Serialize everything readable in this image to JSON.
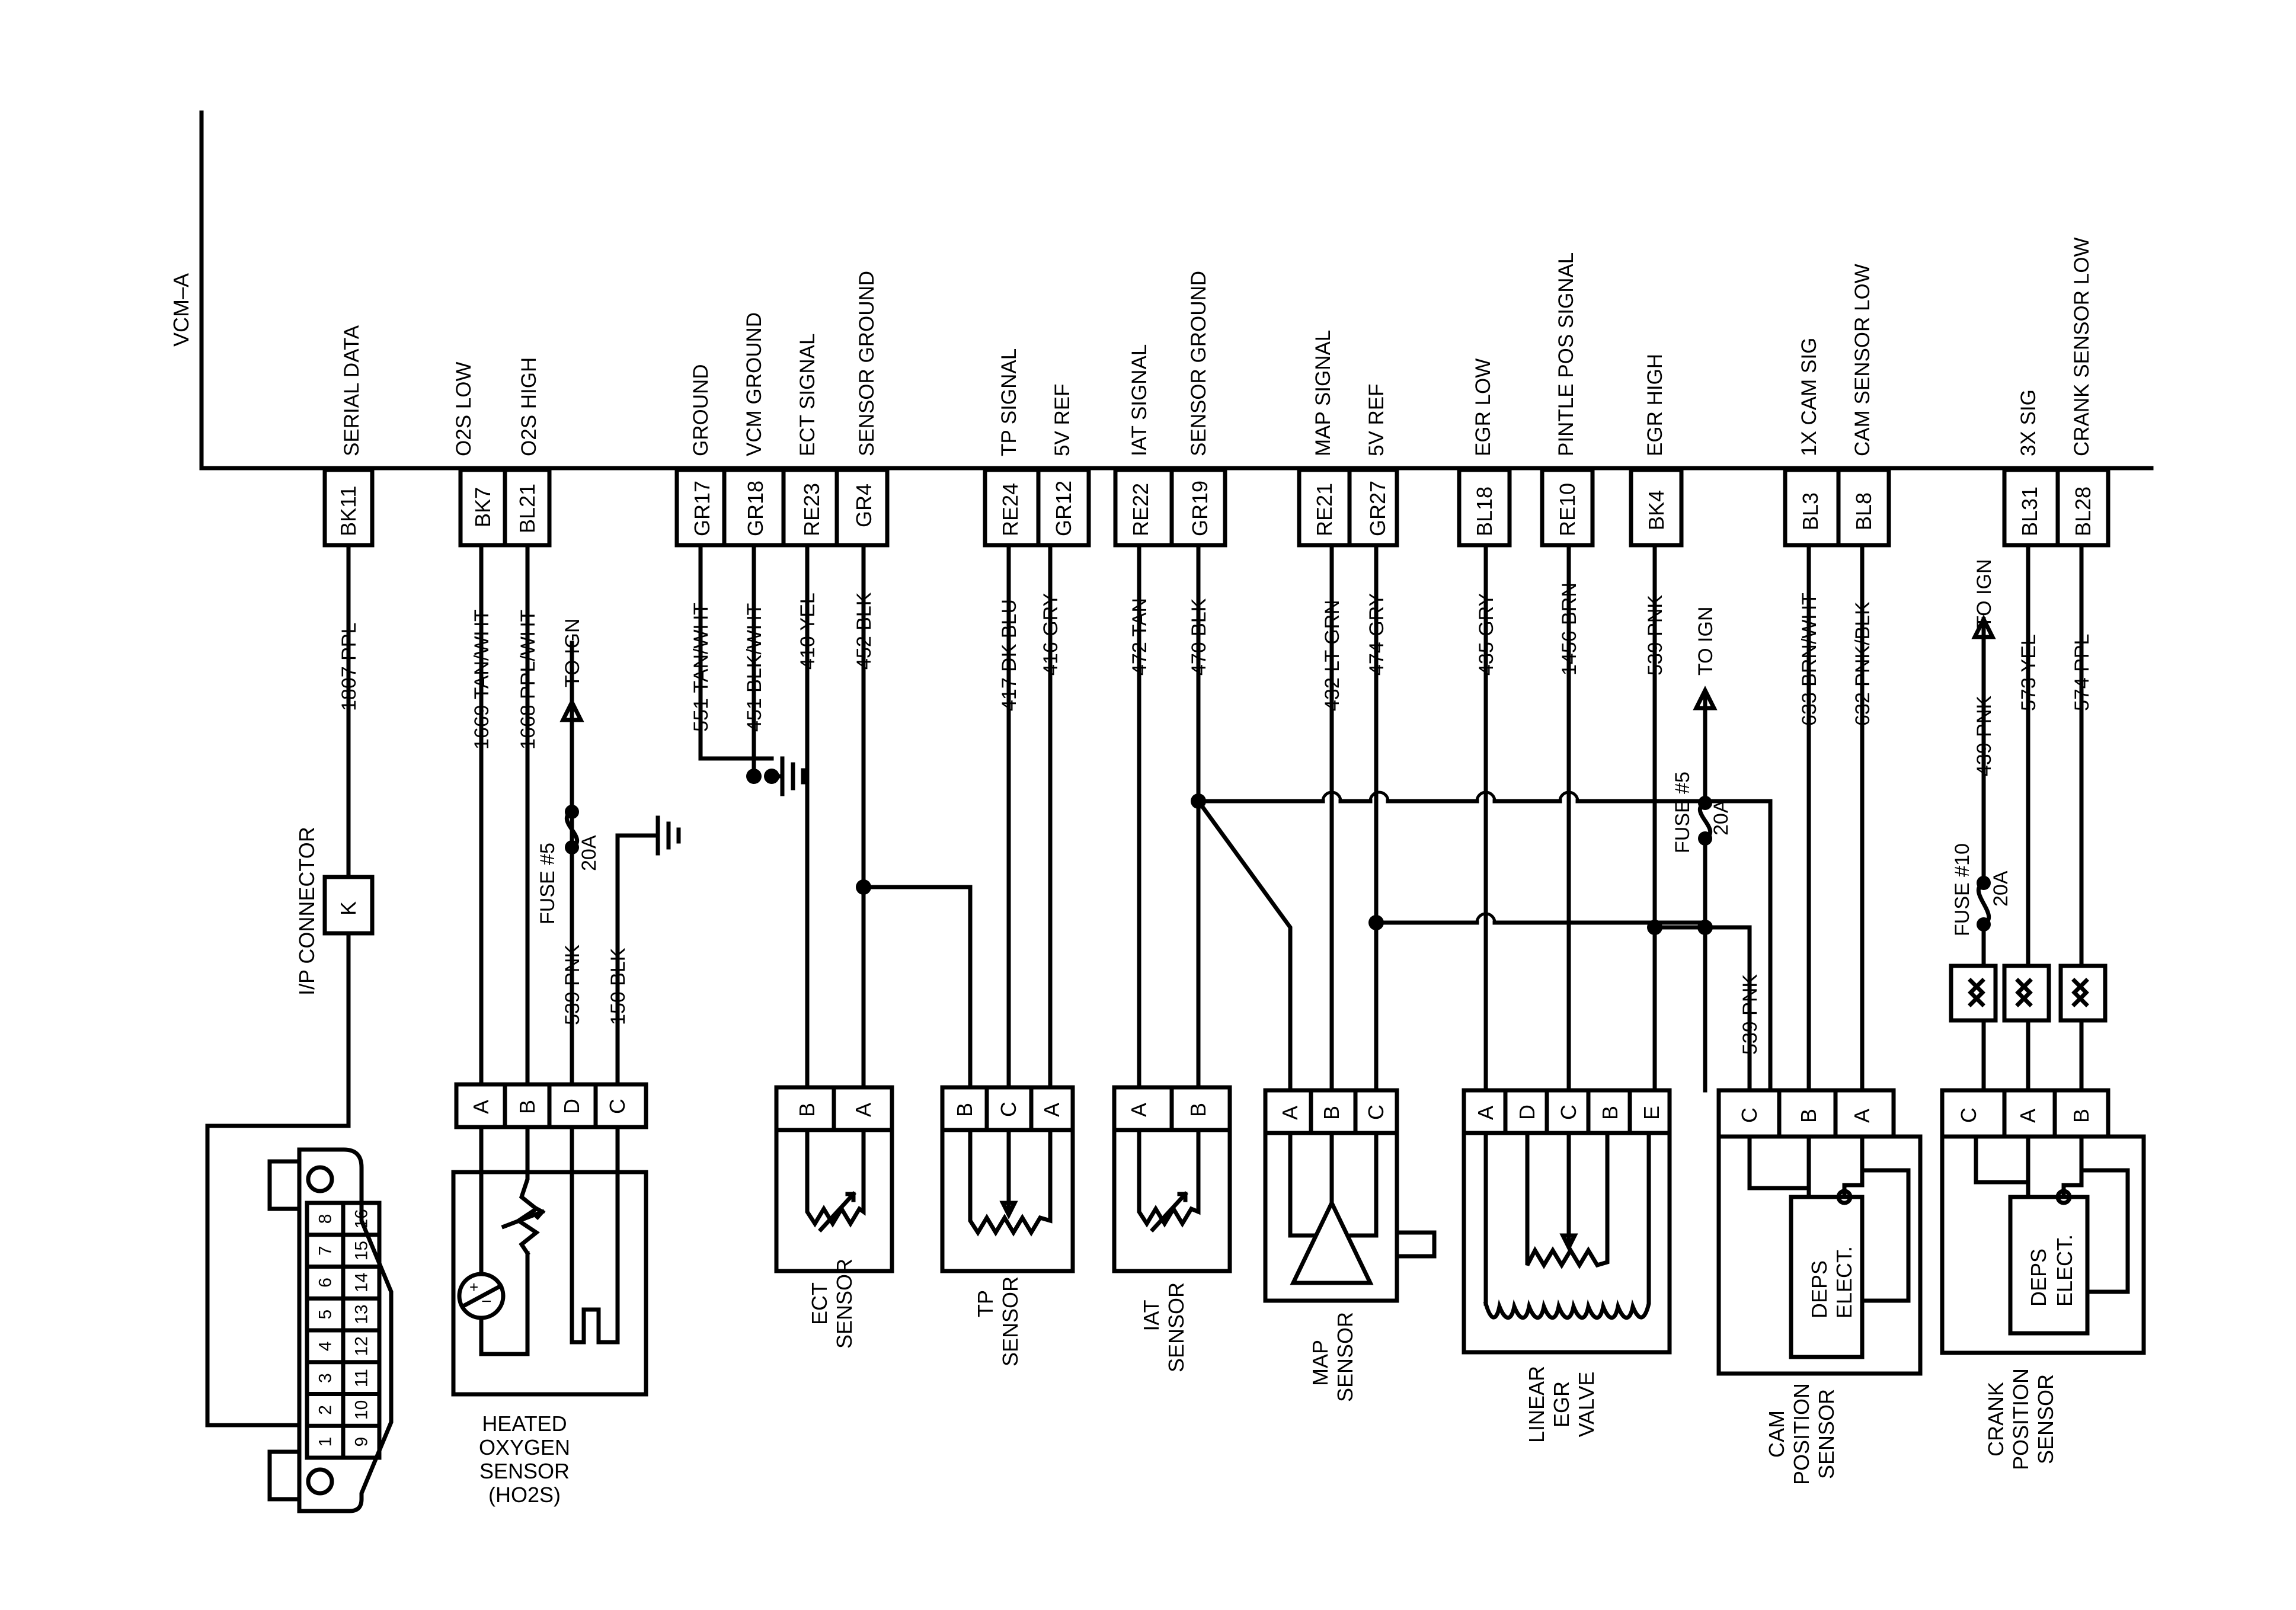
{
  "module": "VCM–A",
  "signals": {
    "serial_data": "SERIAL DATA",
    "o2s_low": "O2S LOW",
    "o2s_high": "O2S HIGH",
    "ground": "GROUND",
    "vcm_ground": "VCM GROUND",
    "ect_signal": "ECT SIGNAL",
    "sensor_ground_1": "SENSOR GROUND",
    "tp_signal": "TP SIGNAL",
    "ref_5v_1": "5V REF",
    "iat_signal": "IAT SIGNAL",
    "sensor_ground_2": "SENSOR GROUND",
    "map_signal": "MAP SIGNAL",
    "ref_5v_2": "5V REF",
    "egr_low": "EGR LOW",
    "pintle_pos": "PINTLE POS SIGNAL",
    "egr_high": "EGR HIGH",
    "cam_1x": "1X CAM SIG",
    "cam_low": "CAM SENSOR LOW",
    "sig_3x": "3X SIG",
    "crank_low": "CRANK SENSOR LOW"
  },
  "pins": {
    "bk11": "BK11",
    "bk7": "BK7",
    "bl21": "BL21",
    "gr17": "GR17",
    "gr18": "GR18",
    "re23": "RE23",
    "gr4": "GR4",
    "re24": "RE24",
    "gr12": "GR12",
    "re22": "RE22",
    "gr19": "GR19",
    "re21": "RE21",
    "gr27": "GR27",
    "bl18": "BL18",
    "re10": "RE10",
    "bk4": "BK4",
    "bl3": "BL3",
    "bl8": "BL8",
    "bl31": "BL31",
    "bl28": "BL28"
  },
  "wires": {
    "w1807": "1807 PPL",
    "w1669": "1669 TAN/WHT",
    "w1668": "1668 PPL/WHT",
    "w539a": "539 PNK",
    "w150": "150 BLK",
    "w551": "551 TAN/WHT",
    "w451": "451 BLK/WHT",
    "w410": "410 YEL",
    "w452": "452 BLK",
    "w417": "417 DK BLU",
    "w416": "416 GRY",
    "w472": "472 TAN",
    "w470": "470 BLK",
    "w432": "432 LT GRN",
    "w474": "474 GRY",
    "w435": "435 GRY",
    "w1456": "1456 BRN",
    "w539b": "539 PNK",
    "w539c": "539 PNK",
    "w633": "633 BRN/WHT",
    "w632": "632 PNK/BLK",
    "w439": "439 PNK",
    "w573": "573 YEL",
    "w574": "574 PPL"
  },
  "misc": {
    "to_ign": "TO IGN",
    "fuse5": "FUSE #5",
    "fuse10": "FUSE #10",
    "amp20": "20A",
    "ip_connector": "I/P CONNECTOR",
    "k": "K",
    "deps": "DEPS",
    "elect": "ELECT."
  },
  "connector_letters": {
    "a": "A",
    "b": "B",
    "c": "C",
    "d": "D",
    "e": "E"
  },
  "dlc_pins": [
    "1",
    "2",
    "3",
    "4",
    "5",
    "6",
    "7",
    "8",
    "9",
    "10",
    "11",
    "12",
    "13",
    "14",
    "15",
    "16"
  ],
  "components": {
    "ho2s": [
      "HEATED",
      "OXYGEN",
      "SENSOR",
      "(HO2S)"
    ],
    "ect": [
      "ECT",
      "SENSOR"
    ],
    "tp": [
      "TP",
      "SENSOR"
    ],
    "iat": [
      "IAT",
      "SENSOR"
    ],
    "map": [
      "MAP",
      "SENSOR"
    ],
    "egr": [
      "LINEAR",
      "EGR",
      "VALVE"
    ],
    "cam": [
      "CAM",
      "POSITION",
      "SENSOR"
    ],
    "crank": [
      "CRANK",
      "POSITION",
      "SENSOR"
    ]
  },
  "colors": {
    "ink": "#000000",
    "paper": "#ffffff"
  }
}
